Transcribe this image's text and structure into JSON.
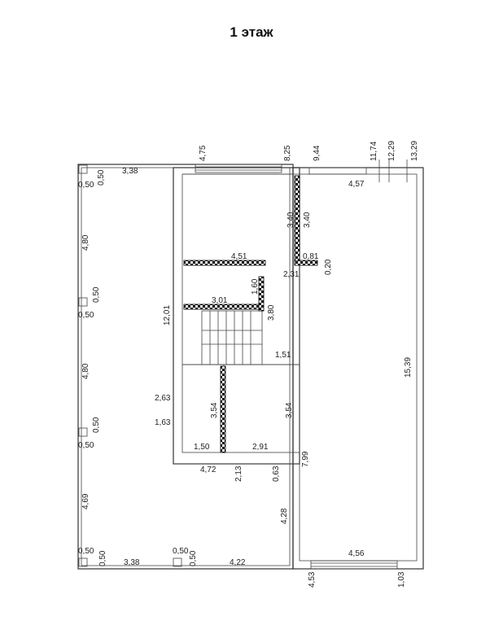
{
  "title": "1 этаж",
  "dimensions": {
    "top_4_75": "4,75",
    "top_8_25": "8,25",
    "top_9_44": "9,44",
    "top_11_74": "11,74",
    "top_12_29": "12,29",
    "top_13_29": "13,29",
    "left_top_0_50_a": "0,50",
    "left_top_0_50_b": "0,50",
    "left_3_38_top": "3,38",
    "left_4_80_a": "4,80",
    "left_0_50_c": "0,50",
    "left_0_50_d": "0,50",
    "left_4_80_b": "4,80",
    "left_0_50_e": "0,50",
    "left_0_50_f": "0,50",
    "left_4_69": "4,69",
    "bottom_0_50_a": "0,50",
    "bottom_0_50_b": "0,50",
    "bottom_3_38": "3,38",
    "bottom_0_50_c": "0,50",
    "bottom_0_50_d": "0,50",
    "bottom_4_22": "4,22",
    "col_12_01": "12,01",
    "room_4_57": "4,57",
    "room_3_40_a": "3,40",
    "room_3_40_b": "3,40",
    "room_4_51": "4,51",
    "room_0_81": "0,81",
    "room_0_20": "0,20",
    "room_2_31": "2,31",
    "room_1_60": "1,60",
    "room_3_01": "3,01",
    "room_3_80": "3,80",
    "room_1_51": "1,51",
    "room_15_39": "15,39",
    "room_2_63": "2,63",
    "room_1_63": "1,63",
    "room_3_54_a": "3,54",
    "room_3_54_b": "3,54",
    "room_1_50": "1,50",
    "room_2_91": "2,91",
    "room_4_72": "4,72",
    "room_2_13": "2,13",
    "room_0_63": "0,63",
    "room_7_99": "7,99",
    "room_4_28": "4,28",
    "room_4_56": "4,56",
    "room_4_53": "4,53",
    "room_1_03": "1,03"
  }
}
